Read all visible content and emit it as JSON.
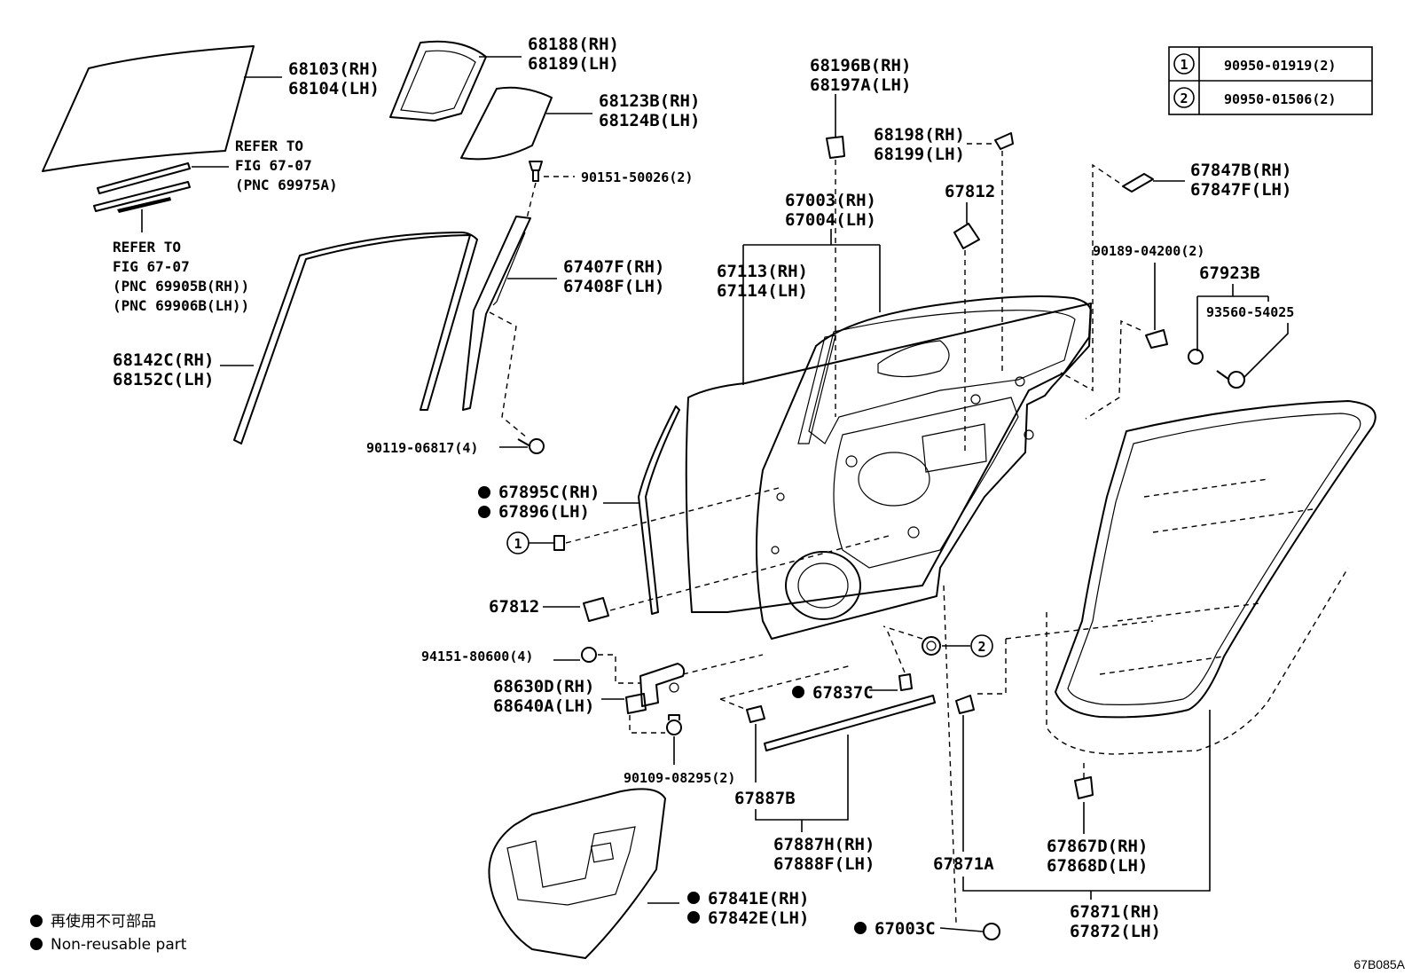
{
  "diagram_id": "67B085A",
  "legend": {
    "non_reusable_jp": "再使用不可部品",
    "non_reusable_en": "Non-reusable part"
  },
  "fastener_table": [
    {
      "marker": "1",
      "part": "90950-01919(2)"
    },
    {
      "marker": "2",
      "part": "90950-01506(2)"
    }
  ],
  "references": {
    "ref_a": [
      "REFER TO",
      "FIG 67-07",
      "(PNC 69975A)"
    ],
    "ref_b": [
      "REFER TO",
      "FIG 67-07",
      "(PNC 69905B(RH))",
      "(PNC 69906B(LH))"
    ]
  },
  "labels": {
    "p68103": "68103(RH)",
    "p68104": "68104(LH)",
    "p68188": "68188(RH)",
    "p68189": "68189(LH)",
    "p68123": "68123B(RH)",
    "p68124": "68124B(LH)",
    "p90151": "90151-50026(2)",
    "p67407": "67407F(RH)",
    "p67408": "67408F(LH)",
    "p68142": "68142C(RH)",
    "p68152": "68152C(LH)",
    "p90119": "90119-06817(4)",
    "p67895": "67895C(RH)",
    "p67896": "67896(LH)",
    "p67812a": "67812",
    "p94151": "94151-80600(4)",
    "p68630": "68630D(RH)",
    "p68640": "68640A(LH)",
    "p90109": "90109-08295(2)",
    "p67841": "67841E(RH)",
    "p67842": "67842E(LH)",
    "p68196": "68196B(RH)",
    "p68197": "68197A(LH)",
    "p68198": "68198(RH)",
    "p68199": "68199(LH)",
    "p67003": "67003(RH)",
    "p67004": "67004(LH)",
    "p67812b": "67812",
    "p67113": "67113(RH)",
    "p67114": "67114(LH)",
    "p67837": "67837C",
    "p67887b": "67887B",
    "p67887h": "67887H(RH)",
    "p67888": "67888F(LH)",
    "p67003c": "67003C",
    "p67871a": "67871A",
    "p67847b": "67847B(RH)",
    "p67847f": "67847F(LH)",
    "p90189": "90189-04200(2)",
    "p67923": "67923B",
    "p93560": "93560-54025",
    "p67867": "67867D(RH)",
    "p67868": "67868D(LH)",
    "p67871": "67871(RH)",
    "p67872": "67872(LH)"
  },
  "callouts": {
    "c1": "1",
    "c2": "2"
  }
}
